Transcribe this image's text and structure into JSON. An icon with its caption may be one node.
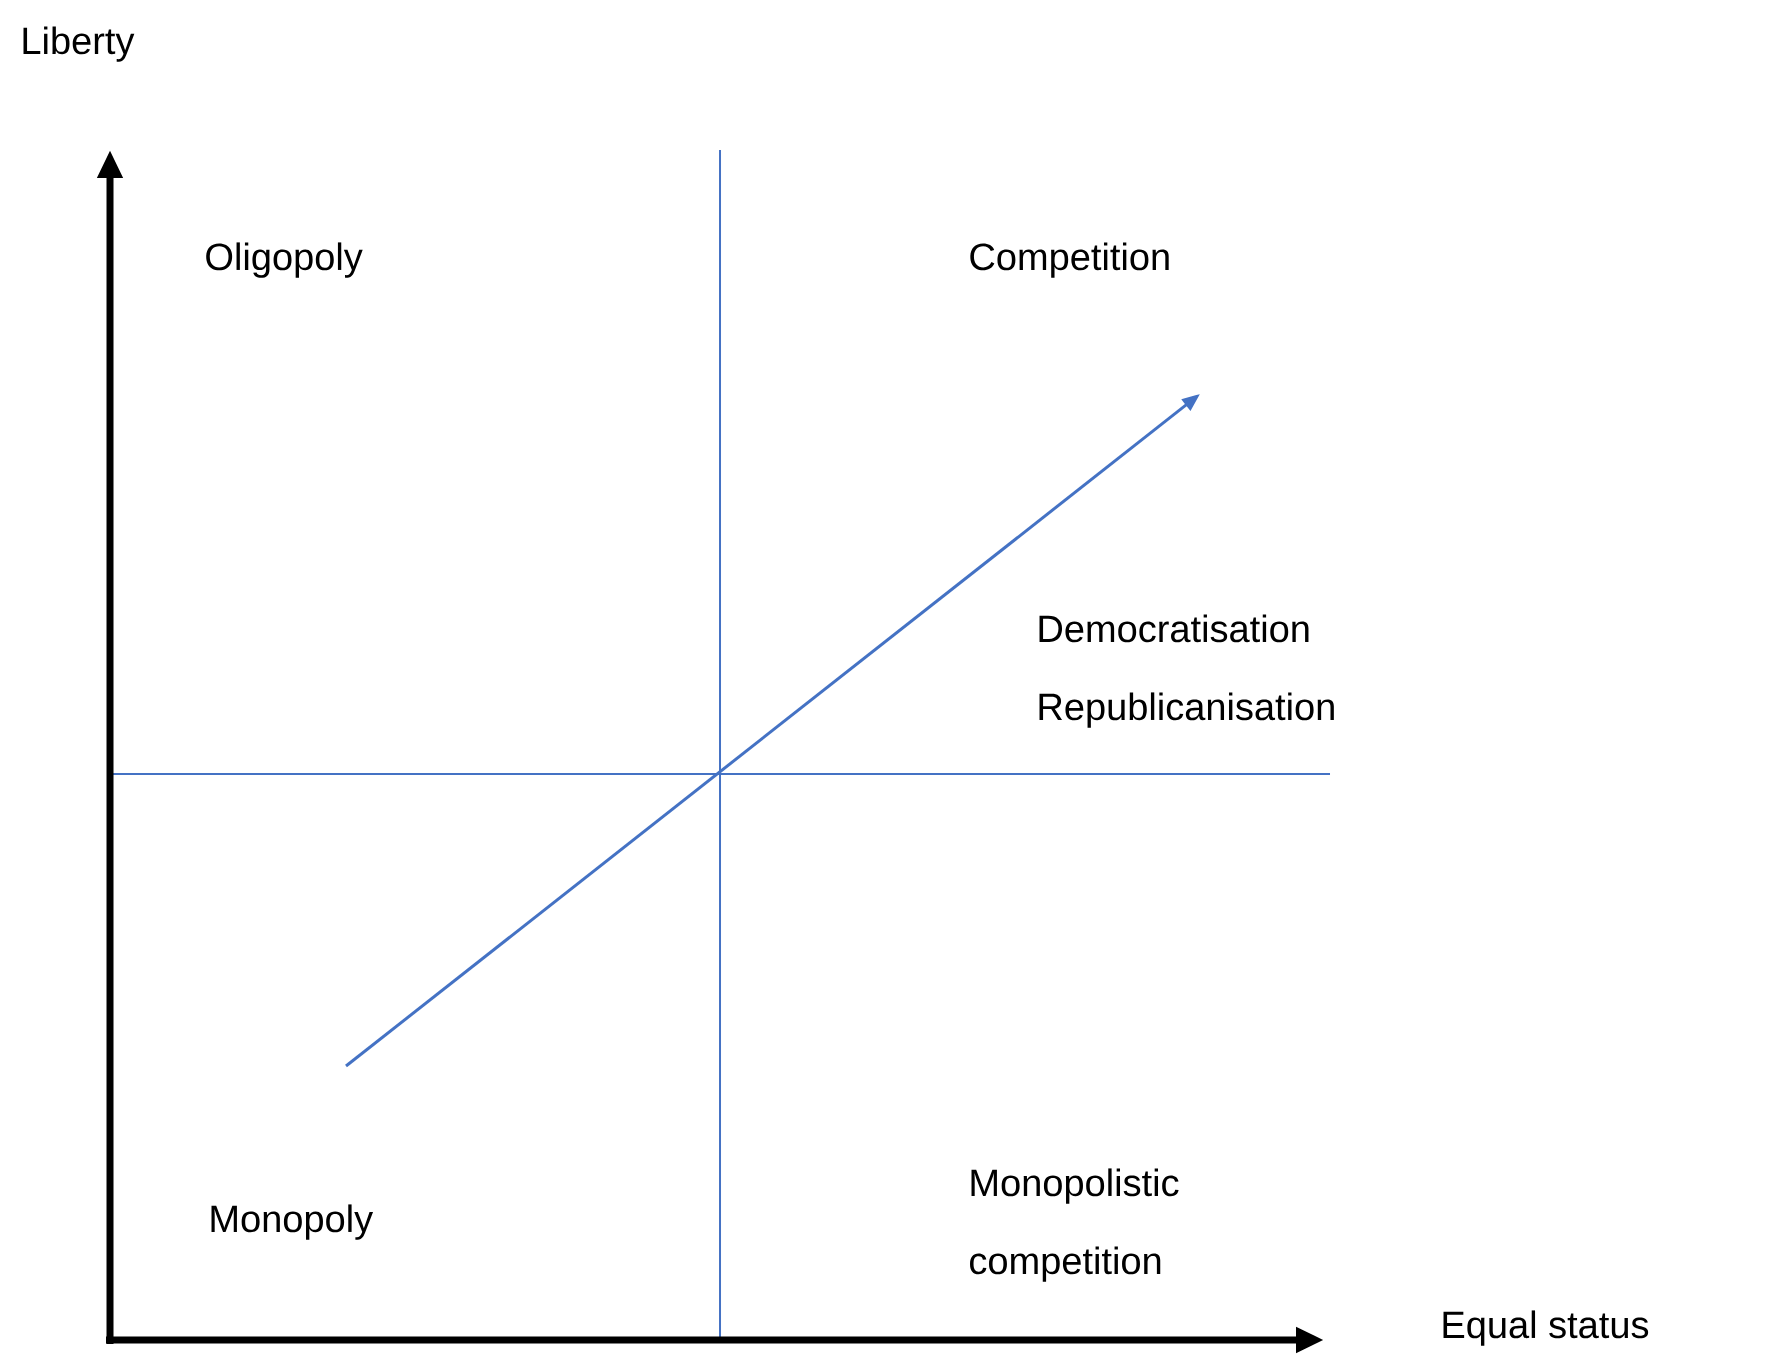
{
  "diagram": {
    "labels": [
      "Liberty",
      "Oligopoly",
      "Competition",
      "Democratisation Republicanisation",
      "Monopoly",
      "Monopolistic competition",
      "Equal status"
    ]
  }
}
